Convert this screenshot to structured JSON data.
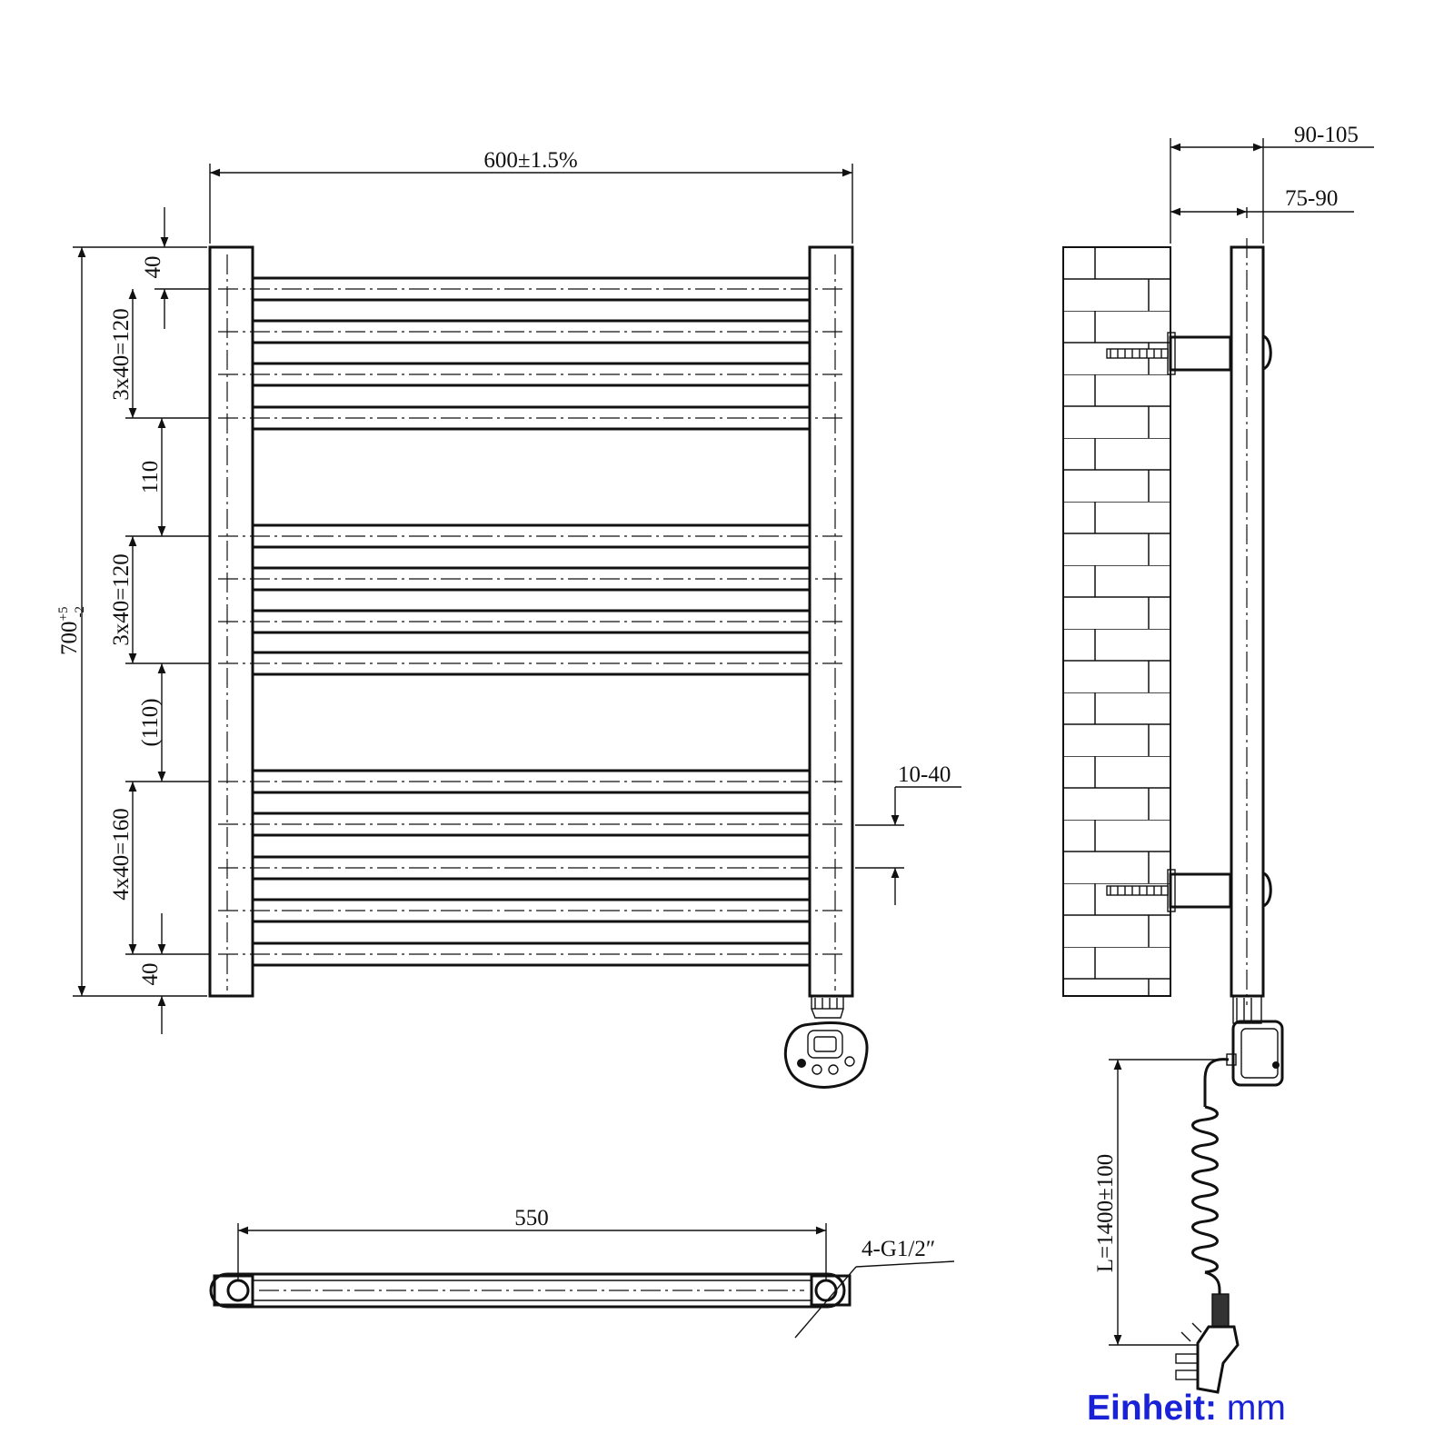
{
  "dimensions": {
    "width": "600±1.5%",
    "height_base": "700",
    "height_tol_upper": "+5",
    "height_tol_lower": "-2",
    "top_offset": "40",
    "group1": "3x40=120",
    "gap1": "110",
    "group2": "3x40=120",
    "gap2": "(110)",
    "group3": "4x40=160",
    "bottom_offset": "40",
    "heater_offset": "10-40",
    "center_distance": "550",
    "connection": "4-G1/2″",
    "depth_max": "90-105",
    "depth_min": "75-90",
    "cable_length": "L=1400±100"
  },
  "unit": {
    "label": "Einheit:",
    "value": "mm",
    "color": "#1a22d8"
  }
}
